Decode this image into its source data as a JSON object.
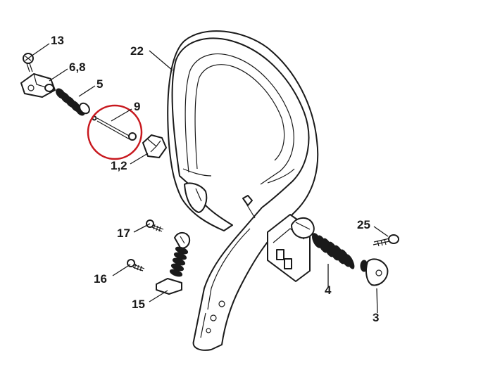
{
  "labels": {
    "p13": "13",
    "p68": "6,8",
    "p5": "5",
    "p9": "9",
    "p12": "1,2",
    "p22": "22",
    "p17": "17",
    "p16": "16",
    "p15": "15",
    "p25": "25",
    "p4": "4",
    "p3": "3"
  },
  "highlight": {
    "part": "9",
    "color": "#c8181e"
  }
}
